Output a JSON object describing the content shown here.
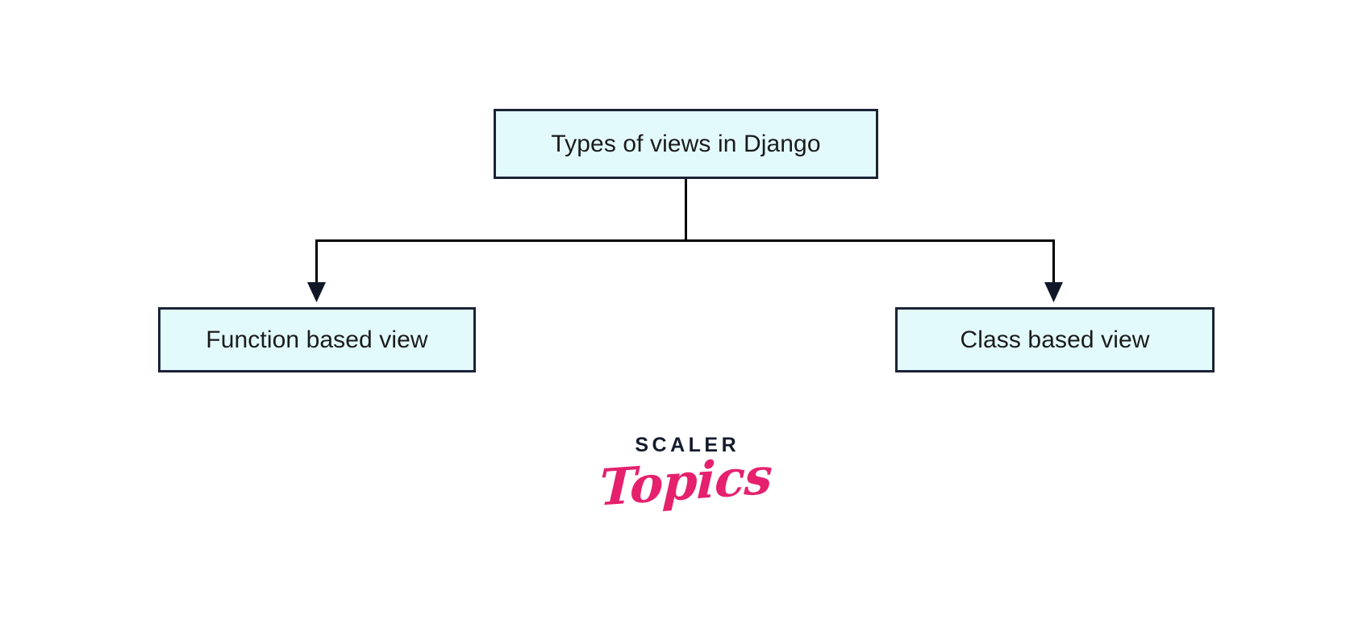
{
  "diagram": {
    "type": "tree",
    "title": "Types of views in Django",
    "nodes": [
      {
        "id": "root",
        "label": "Types of views in Django",
        "level": 0
      },
      {
        "id": "fbv",
        "label": "Function based view",
        "level": 1
      },
      {
        "id": "cbv",
        "label": "Class based view",
        "level": 1
      }
    ],
    "edges": [
      {
        "from": "root",
        "to": "fbv",
        "style": "orthogonal",
        "arrow": "filled-triangle"
      },
      {
        "from": "root",
        "to": "cbv",
        "style": "orthogonal",
        "arrow": "filled-triangle"
      }
    ],
    "colors": {
      "node_fill": "#e3fafd",
      "node_border": "#1a2336",
      "node_text": "#1b1b1b",
      "connector": "#000000",
      "background": "#ffffff"
    }
  },
  "logo": {
    "wordmark": "SCALER",
    "script": "Topics",
    "wordmark_color": "#141b2d",
    "script_color": "#e5216e"
  }
}
